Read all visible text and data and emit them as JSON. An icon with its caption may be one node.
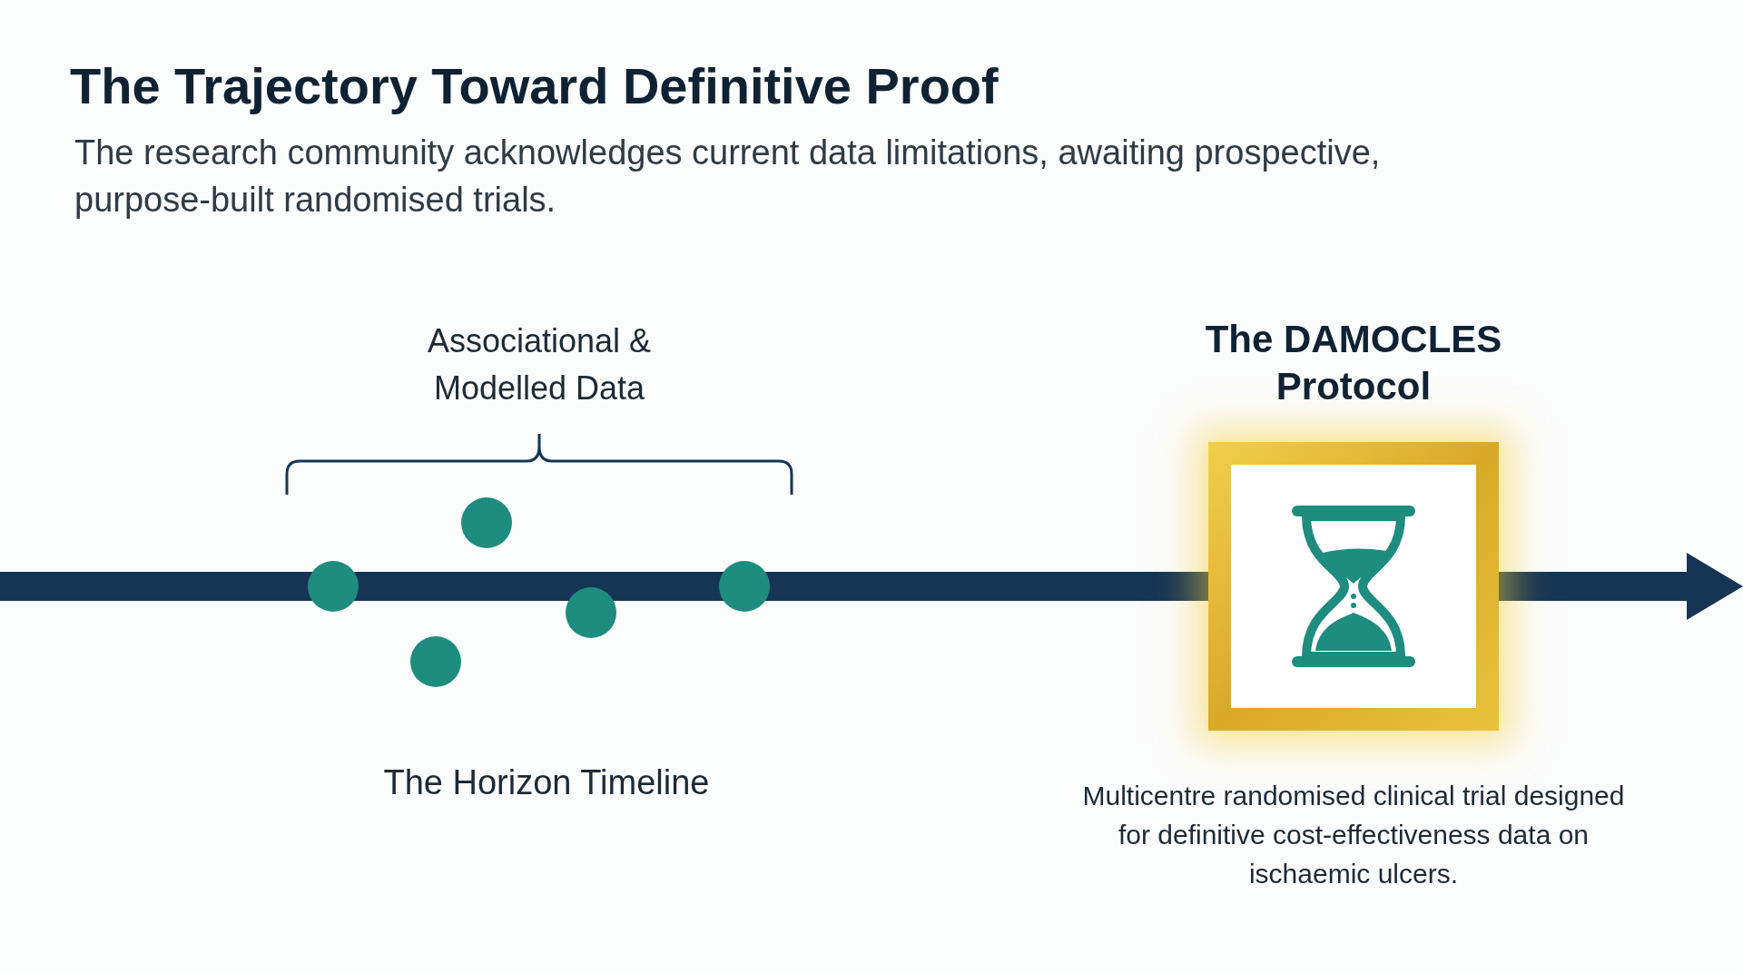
{
  "diagram": {
    "title": "The Trajectory Toward Definitive Proof",
    "nodes": [
      {
        "text": [],
        "shape": "circle"
      },
      {
        "text": [],
        "shape": "circle"
      },
      {
        "text": [],
        "shape": "circle"
      },
      {
        "text": [],
        "shape": "circle"
      },
      {
        "text": [],
        "shape": "circle"
      },
      {
        "text": [
          "The DAMOCLES Protocol"
        ],
        "beside": [
          "Multicentre randomised clinical trial designed for definitive cost-effectiveness data on ischaemic ulcers."
        ]
      }
    ],
    "edges": [
      {
        "from": null,
        "to": 5,
        "arrow": "none"
      },
      {
        "from": 5,
        "to": null,
        "arrow": "to"
      }
    ],
    "labels": [
      "The research community acknowledges current data limitations, awaiting prospective, purpose-built randomised trials.",
      "Associational & Modelled Data",
      "The Horizon Timeline"
    ]
  }
}
